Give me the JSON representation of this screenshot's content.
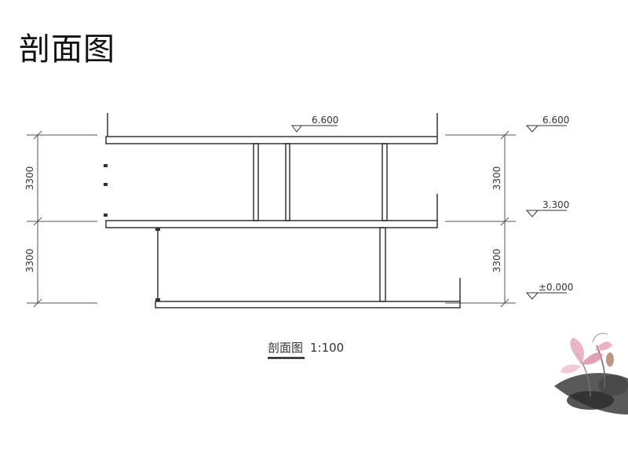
{
  "page": {
    "title": "剖面图"
  },
  "drawing": {
    "caption": {
      "name": "剖面图",
      "scale": "1:100"
    },
    "dimensions": {
      "left_upper": "3300",
      "left_lower": "3300",
      "right_upper": "3300",
      "right_lower": "3300"
    },
    "levels": {
      "roof_center": "6.600",
      "roof_right": "6.600",
      "second_floor": "3.300",
      "ground": "±0.000"
    }
  },
  "colors": {
    "line": "#333333",
    "text": "#222222"
  }
}
